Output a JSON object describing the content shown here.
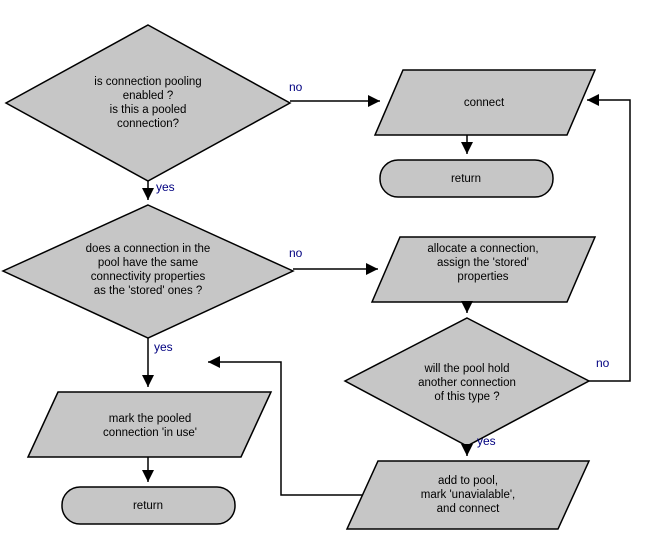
{
  "colors": {
    "shape_fill": "#c6c6c6",
    "text": "#000000",
    "branch_label": "#000080"
  },
  "nodes": {
    "decision_pooling_enabled": {
      "lines": [
        "is connection pooling",
        "enabled ?",
        "is this a pooled",
        "connection?"
      ]
    },
    "connect": {
      "lines": [
        "connect"
      ]
    },
    "return_top": {
      "lines": [
        "return"
      ]
    },
    "decision_same_properties": {
      "lines": [
        "does a connection in the",
        "pool have the same",
        "connectivity properties",
        "as the 'stored' ones ?"
      ]
    },
    "allocate_connection": {
      "lines": [
        "allocate a connection,",
        "assign the 'stored'",
        "properties"
      ]
    },
    "decision_pool_hold": {
      "lines": [
        "will the pool hold",
        "another connection",
        "of this type ?"
      ]
    },
    "add_to_pool": {
      "lines": [
        "add to pool,",
        "mark 'unavialable',",
        "and connect"
      ]
    },
    "mark_in_use": {
      "lines": [
        "mark the pooled",
        "connection 'in use'"
      ]
    },
    "return_bottom": {
      "lines": [
        "return"
      ]
    }
  },
  "edge_labels": {
    "pooling_no": "no",
    "pooling_yes": "yes",
    "same_props_no": "no",
    "same_props_yes": "yes",
    "pool_hold_no": "no",
    "pool_hold_yes": "yes"
  }
}
